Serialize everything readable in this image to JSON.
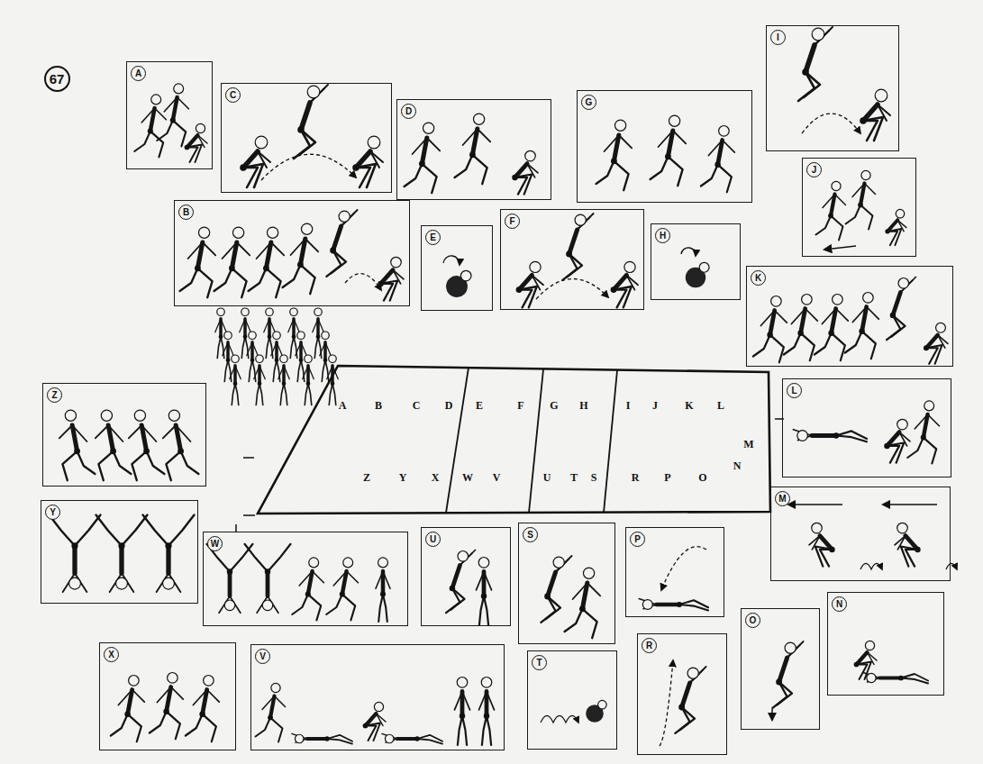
{
  "diagram": {
    "nodes": [
      {
        "text": [
          "67"
        ]
      },
      {
        "text": [
          "A"
        ]
      },
      {
        "text": [
          "C"
        ]
      },
      {
        "text": [
          "D"
        ]
      },
      {
        "text": [
          "G"
        ]
      },
      {
        "text": [
          "I"
        ]
      },
      {
        "text": [
          "B"
        ]
      },
      {
        "text": [
          "E"
        ]
      },
      {
        "text": [
          "F"
        ]
      },
      {
        "text": [
          "H"
        ]
      },
      {
        "text": [
          "J"
        ]
      },
      {
        "text": [
          "K"
        ]
      },
      {
        "text": [
          "A",
          "B",
          "C",
          "D",
          "E",
          "F",
          "G",
          "H",
          "I",
          "J",
          "K",
          "L",
          "M",
          "N",
          "Z",
          "Y",
          "X",
          "W",
          "V",
          "U",
          "T",
          "S",
          "R",
          "P",
          "O"
        ]
      },
      {
        "text": [
          "Z"
        ]
      },
      {
        "text": [
          "L"
        ]
      },
      {
        "text": [
          "M"
        ]
      },
      {
        "text": [
          "Y"
        ]
      },
      {
        "text": [
          "W"
        ]
      },
      {
        "text": [
          "U"
        ]
      },
      {
        "text": [
          "S"
        ]
      },
      {
        "text": [
          "P"
        ]
      },
      {
        "text": [
          "N"
        ]
      },
      {
        "text": [
          "O"
        ]
      },
      {
        "text": [
          "X"
        ]
      },
      {
        "text": [
          "V"
        ]
      },
      {
        "text": [
          "T"
        ]
      },
      {
        "text": [
          "R"
        ]
      }
    ]
  }
}
